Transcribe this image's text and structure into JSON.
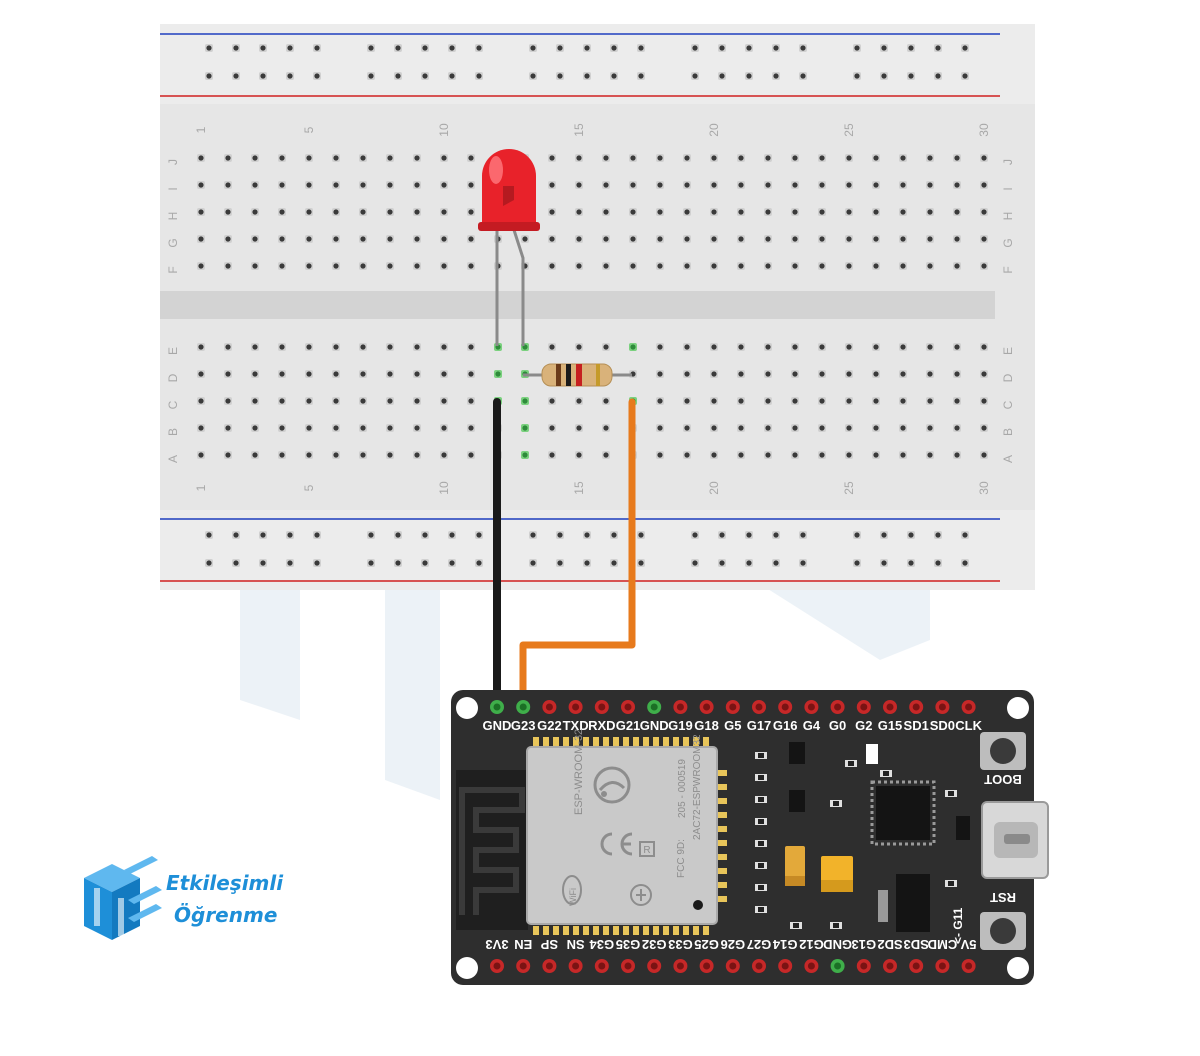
{
  "breadboard": {
    "row_labels_top": [
      "J",
      "I",
      "H",
      "G",
      "F"
    ],
    "row_labels_bottom": [
      "E",
      "D",
      "C",
      "B",
      "A"
    ],
    "column_numbers": [
      "1",
      "5",
      "10",
      "15",
      "20",
      "25",
      "30"
    ]
  },
  "board": {
    "top_pins": [
      "GND",
      "G23",
      "G22",
      "TXD",
      "RXD",
      "G21",
      "GND",
      "G19",
      "G18",
      "G5",
      "G17",
      "G16",
      "G4",
      "G0",
      "G2",
      "G15",
      "SD1",
      "SD0",
      "CLK"
    ],
    "bottom_pins": [
      "3V3",
      "EN",
      "SP",
      "SN",
      "G34",
      "G35",
      "G32",
      "G33",
      "G25",
      "G26",
      "G27",
      "G14",
      "G12",
      "GND",
      "G13",
      "SD2",
      "SD3",
      "CMD",
      "5V"
    ],
    "module_label": "ESP-WROOM-32",
    "module_code": "205 - 000519",
    "module_code_2": "2AC72-ESPWROOM32",
    "fcc": "FCC 9D:",
    "boot_label": "BOOT",
    "rst_label": "RST",
    "g11_label": "<- G11",
    "wifi_label": "WiFi"
  },
  "logo": {
    "line1": "Etkileşimli",
    "line2": "Öğrenme"
  },
  "colors": {
    "led": "#e8222a",
    "wire_gnd": "#1a1a1a",
    "wire_signal": "#e77a1c",
    "board": "#2e2e2e",
    "rail_blue": "#1f3fbf",
    "rail_red": "#d02020",
    "logo_blue": "#1e8fd8"
  }
}
